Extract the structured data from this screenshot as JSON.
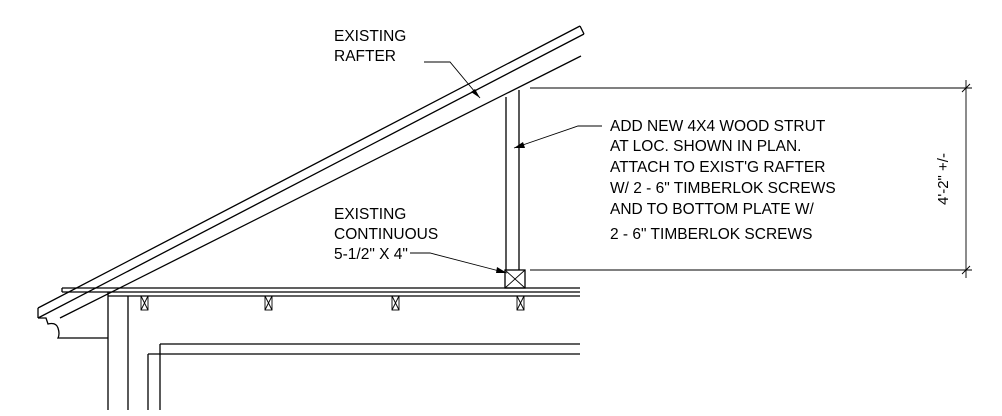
{
  "labels": {
    "existing_rafter": [
      "EXISTING",
      "RAFTER"
    ],
    "existing_plate": [
      "EXISTING",
      "CONTINUOUS",
      "5-1/2\" X 4\""
    ],
    "strut_note": [
      "ADD NEW 4X4 WOOD STRUT",
      "AT LOC. SHOWN IN PLAN.",
      "ATTACH TO EXIST'G RAFTER",
      "W/ 2 - 6\" TIMBERLOK SCREWS",
      "AND TO BOTTOM PLATE W/",
      "2 - 6\" TIMBERLOK SCREWS"
    ],
    "dimension": "4'-2\" +/-"
  }
}
